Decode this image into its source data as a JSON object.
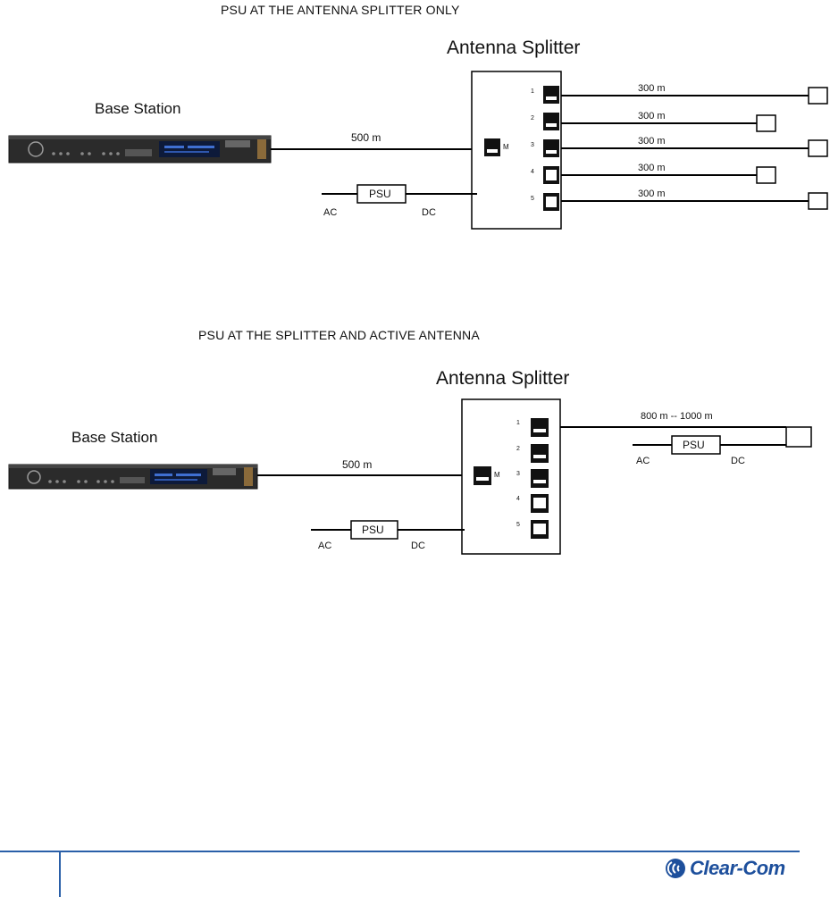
{
  "diagram1": {
    "caption": "PSU AT THE ANTENNA SPLITTER ONLY",
    "splitter_title": "Antenna Splitter",
    "base_station_label": "Base Station",
    "main_cable_length": "500 m",
    "master_port_label": "M",
    "port_numbers": [
      "1",
      "2",
      "3",
      "4",
      "5"
    ],
    "antenna_cable_lengths": [
      "300 m",
      "300 m",
      "300 m",
      "300 m",
      "300 m"
    ],
    "psu_label": "PSU",
    "ac_label": "AC",
    "dc_label": "DC"
  },
  "diagram2": {
    "caption": "PSU AT THE SPLITTER AND ACTIVE ANTENNA",
    "splitter_title": "Antenna Splitter",
    "base_station_label": "Base Station",
    "main_cable_length": "500 m",
    "master_port_label": "M",
    "port_numbers": [
      "1",
      "2",
      "3",
      "4",
      "5"
    ],
    "long_cable_length": "800 m -- 1000 m",
    "psu_label": "PSU",
    "ac_label": "AC",
    "dc_label": "DC",
    "antenna_psu_label": "PSU",
    "antenna_ac_label": "AC",
    "antenna_dc_label": "DC"
  },
  "footer": {
    "logo_text": "Clear-Com",
    "logo_color": "#1d4f9c",
    "rule_color": "#2a5fa8"
  }
}
